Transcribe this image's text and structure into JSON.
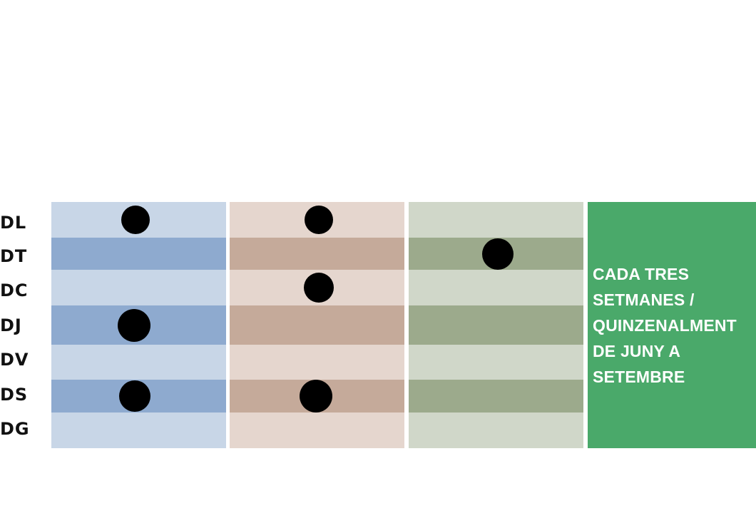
{
  "days": [
    "DL",
    "DT",
    "DC",
    "DJ",
    "DV",
    "DS",
    "DG"
  ],
  "columns": [
    {
      "light": "#c8d6e7",
      "dark": "#8eaacf",
      "marked_days": [
        "DL",
        "DJ",
        "DS"
      ]
    },
    {
      "light": "#e5d6ce",
      "dark": "#c5aa9a",
      "marked_days": [
        "DL",
        "DC",
        "DS"
      ]
    },
    {
      "light": "#d0d7c9",
      "dark": "#9caa8c",
      "marked_days": [
        "DT"
      ]
    }
  ],
  "note": {
    "color": "#4aa96a",
    "lines": [
      "CADA TRES",
      "SETMANES /",
      "QUINZENALMENT",
      "DE JUNY A",
      "SETEMBRE"
    ]
  }
}
